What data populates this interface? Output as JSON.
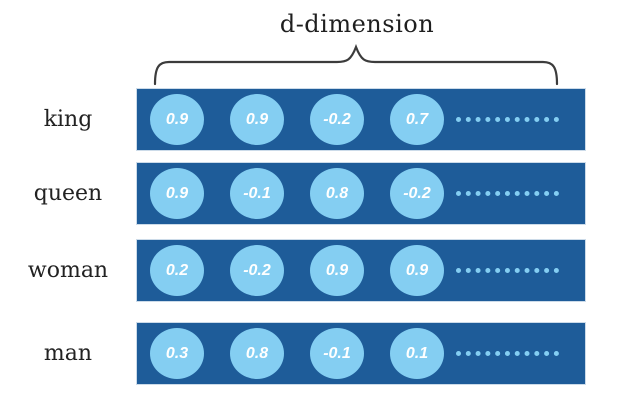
{
  "title": "d-dimension",
  "colors": {
    "bar": "#1e5c99",
    "circle": "#84cef2",
    "value_text": "#ffffff",
    "label": "#222222",
    "brace": "#3c3c3c",
    "background": "#ffffff"
  },
  "rows": [
    {
      "label": "king",
      "values": [
        "0.9",
        "0.9",
        "-0.2",
        "0.7"
      ]
    },
    {
      "label": "queen",
      "values": [
        "0.9",
        "-0.1",
        "0.8",
        "-0.2"
      ]
    },
    {
      "label": "woman",
      "values": [
        "0.2",
        "-0.2",
        "0.9",
        "0.9"
      ]
    },
    {
      "label": "man",
      "values": [
        "0.3",
        "0.8",
        "-0.1",
        "0.1"
      ]
    }
  ]
}
